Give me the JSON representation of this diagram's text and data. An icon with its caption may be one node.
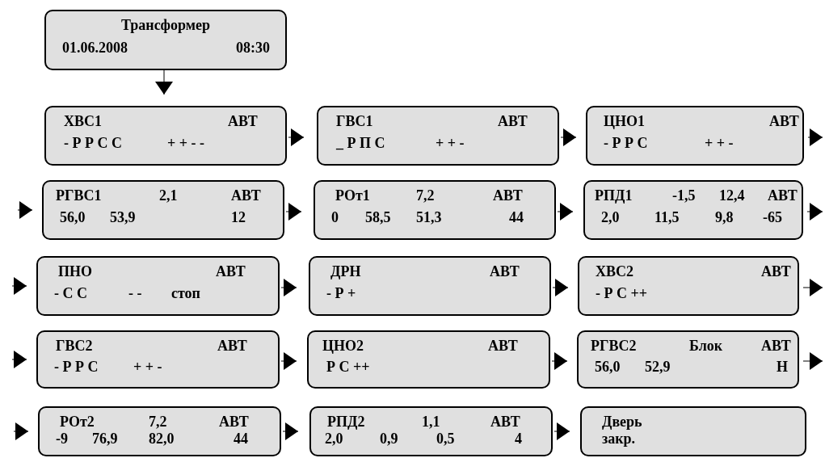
{
  "diagram": {
    "nodes": [
      {
        "text": [
          "Трансформер",
          "01.06.2008",
          "08:30"
        ]
      },
      {
        "text": [
          "ХВС1",
          "АВТ",
          "- Р Р С С",
          "+ + - -"
        ]
      },
      {
        "text": [
          "ГВС1",
          "АВТ",
          "_ Р П С",
          "+ + -"
        ]
      },
      {
        "text": [
          "ЦНО1",
          "АВТ",
          "- Р Р С",
          "+ + -"
        ]
      },
      {
        "text": [
          "РГВС1",
          "2,1",
          "АВТ",
          "56,0",
          "53,9",
          "12"
        ]
      },
      {
        "text": [
          "РОт1",
          "7,2",
          "АВТ",
          "0",
          "58,5",
          "51,3",
          "44"
        ]
      },
      {
        "text": [
          "РПД1",
          "-1,5",
          "12,4",
          "АВТ",
          "2,0",
          "11,5",
          "9,8",
          "-65"
        ]
      },
      {
        "text": [
          "ПНО",
          "АВТ",
          "- С С",
          "- -",
          "стоп"
        ]
      },
      {
        "text": [
          "ДРН",
          "АВТ",
          "- Р +"
        ]
      },
      {
        "text": [
          "ХВС2",
          "АВТ",
          "- Р С ++"
        ]
      },
      {
        "text": [
          "ГВС2",
          "АВТ",
          "- Р Р С",
          "+ + -"
        ]
      },
      {
        "text": [
          "ЦНО2",
          "АВТ",
          "Р С ++"
        ]
      },
      {
        "text": [
          "РГВС2",
          "Блок",
          "АВТ",
          "56,0",
          "52,9",
          "Н"
        ]
      },
      {
        "text": [
          "РОт2",
          "7,2",
          "АВТ",
          "-9",
          "76,9",
          "82,0",
          "44"
        ]
      },
      {
        "text": [
          "РПД2",
          "1,1",
          "АВТ",
          "2,0",
          "0,9",
          "0,5",
          "4"
        ]
      },
      {
        "text": [
          "Дверь",
          "закр."
        ]
      }
    ],
    "edges": [
      {
        "from": 0,
        "to": 1,
        "arrow": "to"
      },
      {
        "from": 1,
        "to": 2,
        "arrow": "to"
      },
      {
        "from": 2,
        "to": 3,
        "arrow": "to"
      },
      {
        "from": 3,
        "to": null,
        "arrow": "to"
      },
      {
        "from": null,
        "to": 4,
        "arrow": "to"
      },
      {
        "from": 4,
        "to": 5,
        "arrow": "to"
      },
      {
        "from": 5,
        "to": 6,
        "arrow": "to"
      },
      {
        "from": 6,
        "to": null,
        "arrow": "to"
      },
      {
        "from": null,
        "to": 7,
        "arrow": "to"
      },
      {
        "from": 7,
        "to": 8,
        "arrow": "to"
      },
      {
        "from": 8,
        "to": 9,
        "arrow": "to"
      },
      {
        "from": 9,
        "to": null,
        "arrow": "to"
      },
      {
        "from": null,
        "to": 10,
        "arrow": "to"
      },
      {
        "from": 10,
        "to": 11,
        "arrow": "to"
      },
      {
        "from": 11,
        "to": 12,
        "arrow": "to"
      },
      {
        "from": 12,
        "to": null,
        "arrow": "to"
      },
      {
        "from": null,
        "to": 13,
        "arrow": "to"
      },
      {
        "from": 13,
        "to": 14,
        "arrow": "to"
      },
      {
        "from": 14,
        "to": 15,
        "arrow": "to"
      }
    ]
  }
}
